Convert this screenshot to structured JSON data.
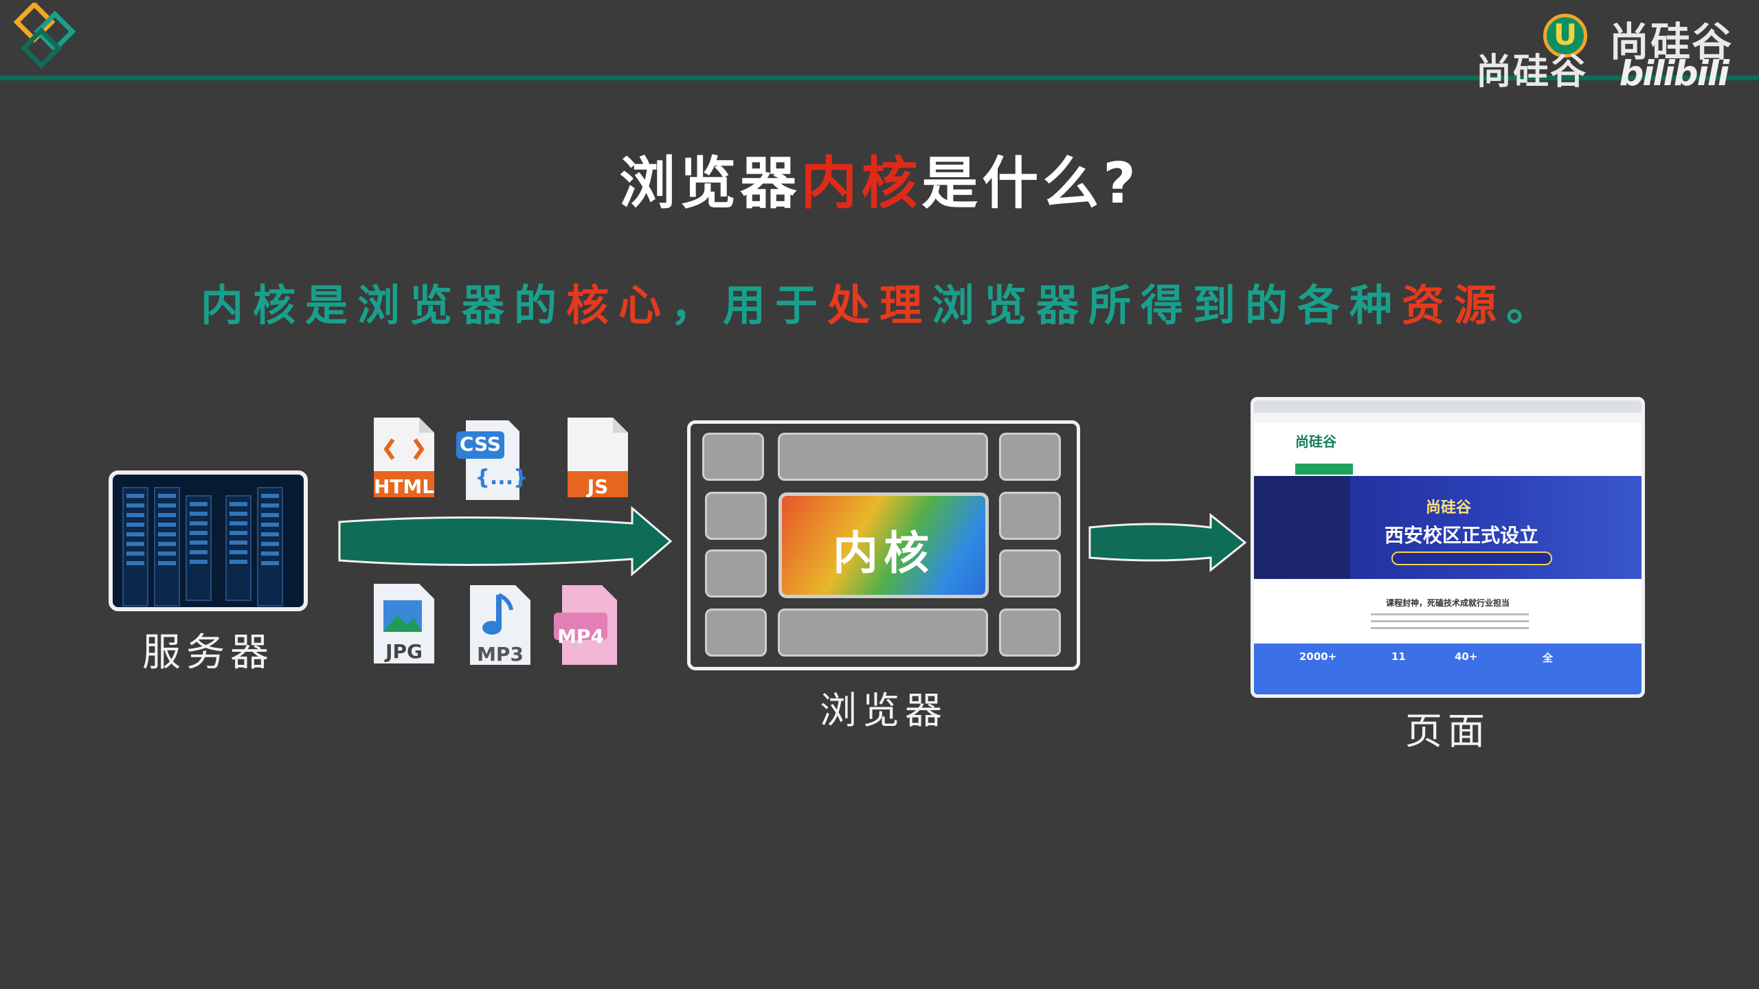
{
  "header": {
    "brand_name": "尚硅谷",
    "brand_name_logo": "尚硅谷",
    "brand_u": "U",
    "platform": "bilibili"
  },
  "title": {
    "part1": "浏览器",
    "accent": "内核",
    "part2": "是什么?"
  },
  "subtitle": {
    "seg1": "内核是浏览器的",
    "red1": "核心",
    "seg2": "，用于",
    "red2": "处理",
    "seg3": "浏览器所得到的各种",
    "red3": "资源",
    "seg4": "。"
  },
  "server": {
    "label": "服务器"
  },
  "resources": {
    "html": "HTML",
    "css": "CSS",
    "css_braces": "{...}",
    "js": "JS",
    "jpg": "JPG",
    "mp3": "MP3",
    "mp4": "MP4"
  },
  "browser": {
    "core_label": "内核",
    "label": "浏览器"
  },
  "page": {
    "label": "页面",
    "logo": "尚硅谷",
    "banner_brand": "尚硅谷",
    "banner_title": "西安校区正式设立",
    "slogan": "课程封神，死磕技术成就行业担当",
    "stats": [
      "2000+",
      "11",
      "40+",
      "全"
    ]
  },
  "colors": {
    "background": "#3b3b3b",
    "rule": "#0f6c57",
    "accent_red": "#e02a18",
    "teal": "#19a08c",
    "arrow": "#0f6c57"
  },
  "icons": [
    "corner-diamond-logo-icon",
    "html-file-icon",
    "css-file-icon",
    "js-file-icon",
    "jpg-file-icon",
    "mp3-file-icon",
    "mp4-file-icon",
    "arrow-right-icon"
  ]
}
